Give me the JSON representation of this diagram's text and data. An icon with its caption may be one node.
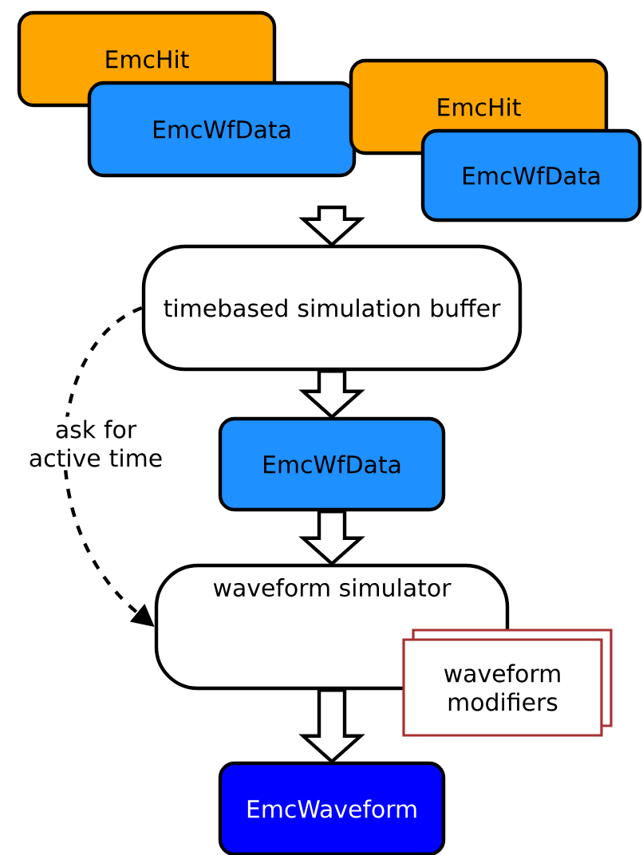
{
  "diagram": {
    "nodes": [
      {
        "text": [
          "EmcHit"
        ]
      },
      {
        "text": [
          "EmcWfData"
        ]
      },
      {
        "text": [
          "EmcHit"
        ]
      },
      {
        "text": [
          "EmcWfData"
        ]
      },
      {
        "text": [
          "timebased simulation buffer"
        ]
      },
      {
        "text": [
          "EmcWfData"
        ]
      },
      {
        "text": [
          "waveform simulator"
        ]
      },
      {
        "text": [
          "waveform modifiers"
        ]
      },
      {
        "text": [
          "EmcWaveform"
        ]
      }
    ],
    "edges": [
      {
        "from": null,
        "to": 4,
        "arrow": "to"
      },
      {
        "from": 4,
        "to": 5,
        "arrow": "to"
      },
      {
        "from": 5,
        "to": 6,
        "arrow": "to"
      },
      {
        "from": 6,
        "to": 8,
        "arrow": "to"
      },
      {
        "from": 4,
        "to": 6,
        "arrow": "to",
        "style": "dashed",
        "label": "ask for active time"
      }
    ]
  }
}
